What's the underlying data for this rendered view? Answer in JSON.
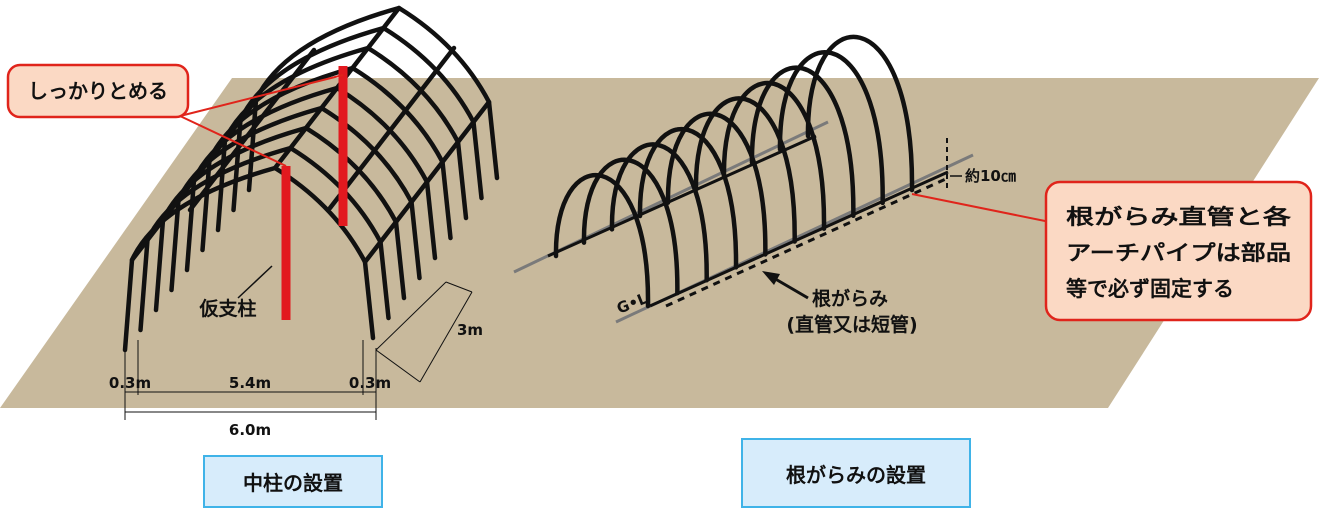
{
  "left": {
    "callout": "しっかりとめる",
    "post_label": "仮支柱",
    "depth_label": "3m",
    "dim_left": "0.3m",
    "dim_mid": "5.4m",
    "dim_right": "0.3m",
    "dim_total": "6.0m",
    "caption": "中柱の設置"
  },
  "right": {
    "height_label": "約10㎝",
    "gl_label": "G•L",
    "negarami_line1": "根がらみ",
    "negarami_line2": "(直管又は短管)",
    "callout_lines": [
      "根がらみ直管と各",
      "アーチパイプは部品",
      "等で必ず固定する"
    ],
    "caption": "根がらみの設置"
  },
  "colors": {
    "ground": "#c8b99c",
    "post": "#e2191f",
    "callout_fill": "#fbd9c4",
    "callout_stroke": "#e0241b",
    "caption_fill": "#d7ecfb",
    "caption_stroke": "#3fb3e8",
    "gl_line": "#7a7a7a"
  }
}
